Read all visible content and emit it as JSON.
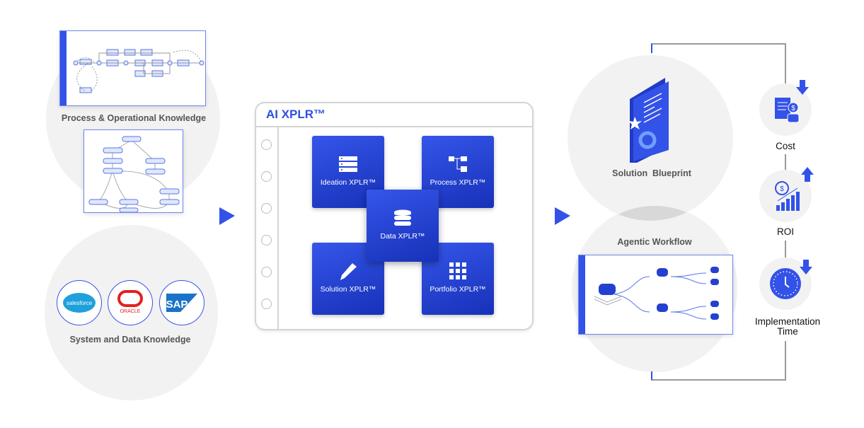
{
  "left": {
    "process_label": "Process & Operational Knowledge",
    "system_label": "System and Data Knowledge",
    "logos": [
      "salesforce",
      "ORACLE",
      "SAP"
    ]
  },
  "panel": {
    "title": "AI XPLR™",
    "tiles": [
      {
        "label": "Ideation XPLR™",
        "icon": "server-list-icon"
      },
      {
        "label": "Process XPLR™",
        "icon": "hierarchy-icon"
      },
      {
        "label": "Data XPLR™",
        "icon": "database-icon"
      },
      {
        "label": "Solution XPLR™",
        "icon": "pencil-icon"
      },
      {
        "label": "Portfolio XPLR™",
        "icon": "grid-icon"
      }
    ]
  },
  "right": {
    "blueprint_label": "Solution  Blueprint",
    "workflow_label": "Agentic Workflow",
    "metrics": [
      {
        "label": "Cost",
        "trend": "down"
      },
      {
        "label": "ROI",
        "trend": "up"
      },
      {
        "label": "Implementation Time",
        "trend": "down"
      }
    ]
  },
  "colors": {
    "accent": "#3352e8",
    "tile": "#2440d0",
    "circle": "#f2f2f2"
  }
}
